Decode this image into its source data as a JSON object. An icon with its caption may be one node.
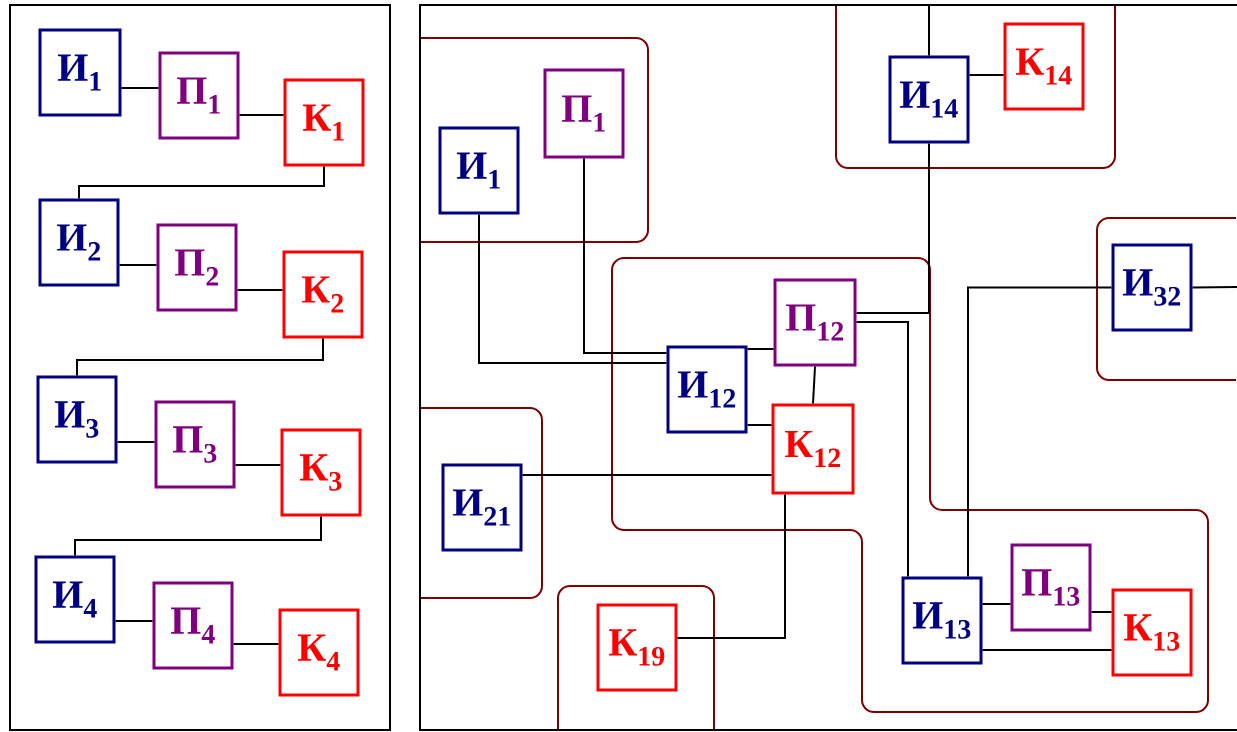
{
  "diagram": {
    "nodes": [
      {
        "text": [
          "И$_{1}$"
        ]
      },
      {
        "text": [
          "П$_{1}$"
        ]
      },
      {
        "text": [
          "К$_{1}$"
        ]
      },
      {
        "text": [
          "И$_{2}$"
        ]
      },
      {
        "text": [
          "П$_{2}$"
        ]
      },
      {
        "text": [
          "К$_{2}$"
        ]
      },
      {
        "text": [
          "И$_{3}$"
        ]
      },
      {
        "text": [
          "П$_{3}$"
        ]
      },
      {
        "text": [
          "К$_{3}$"
        ]
      },
      {
        "text": [
          "И$_{4}$"
        ]
      },
      {
        "text": [
          "П$_{4}$"
        ]
      },
      {
        "text": [
          "К$_{4}$"
        ]
      },
      {
        "text": [],
        "shape": "box"
      },
      {
        "text": [
          "И$_{1}$"
        ],
        "in": 12
      },
      {
        "text": [
          "П$_{1}$"
        ],
        "in": 12
      },
      {
        "text": [],
        "shape": "box"
      },
      {
        "text": [
          "И$_{14}$"
        ],
        "in": 15
      },
      {
        "text": [
          "К$_{14}$"
        ],
        "in": 15
      },
      {
        "text": [],
        "shape": "box"
      },
      {
        "text": [
          "И$_{32}$"
        ],
        "in": 18
      },
      {
        "text": [],
        "shape": "box"
      },
      {
        "text": [
          "П$_{12}$"
        ],
        "in": 20
      },
      {
        "text": [
          "И$_{12}$"
        ],
        "in": 20
      },
      {
        "text": [
          "К$_{12}$"
        ],
        "in": 20
      },
      {
        "text": [
          "И$_{13}$"
        ],
        "in": 20
      },
      {
        "text": [
          "П$_{13}$"
        ],
        "in": 20
      },
      {
        "text": [
          "К$_{13}$"
        ],
        "in": 20
      },
      {
        "text": [],
        "shape": "box"
      },
      {
        "text": [
          "И$_{21}$"
        ],
        "in": 27
      },
      {
        "text": [],
        "shape": "box"
      },
      {
        "text": [
          "К$_{19}$"
        ],
        "in": 29
      }
    ],
    "edges": [
      {
        "from": 0,
        "to": 1,
        "arrow": "none"
      },
      {
        "from": 1,
        "to": 2,
        "arrow": "none"
      },
      {
        "from": 2,
        "to": 3,
        "arrow": "none"
      },
      {
        "from": 3,
        "to": 4,
        "arrow": "none"
      },
      {
        "from": 4,
        "to": 5,
        "arrow": "none"
      },
      {
        "from": 5,
        "to": 6,
        "arrow": "none"
      },
      {
        "from": 6,
        "to": 7,
        "arrow": "none"
      },
      {
        "from": 7,
        "to": 8,
        "arrow": "none"
      },
      {
        "from": 8,
        "to": 9,
        "arrow": "none"
      },
      {
        "from": 9,
        "to": 10,
        "arrow": "none"
      },
      {
        "from": 10,
        "to": 11,
        "arrow": "none"
      },
      {
        "from": 13,
        "to": 22,
        "arrow": "none"
      },
      {
        "from": 14,
        "to": 22,
        "arrow": "none"
      },
      {
        "from": 22,
        "to": 21,
        "arrow": "none"
      },
      {
        "from": 22,
        "to": 23,
        "arrow": "none"
      },
      {
        "from": 21,
        "to": 23,
        "arrow": "none"
      },
      {
        "from": 16,
        "to": 21,
        "arrow": "none"
      },
      {
        "from": 21,
        "to": 24,
        "arrow": "none"
      },
      {
        "from": 28,
        "to": 23,
        "arrow": "none"
      },
      {
        "from": 23,
        "to": 30,
        "arrow": "none"
      },
      {
        "from": 19,
        "to": 24,
        "arrow": "none"
      },
      {
        "from": 19,
        "to": null,
        "arrow": "none"
      },
      {
        "from": 16,
        "to": null,
        "arrow": "none"
      },
      {
        "from": 16,
        "to": 17,
        "arrow": "none"
      },
      {
        "from": 24,
        "to": 25,
        "arrow": "none"
      },
      {
        "from": 25,
        "to": 26,
        "arrow": "none"
      },
      {
        "from": 24,
        "to": 26,
        "arrow": "none"
      }
    ]
  }
}
